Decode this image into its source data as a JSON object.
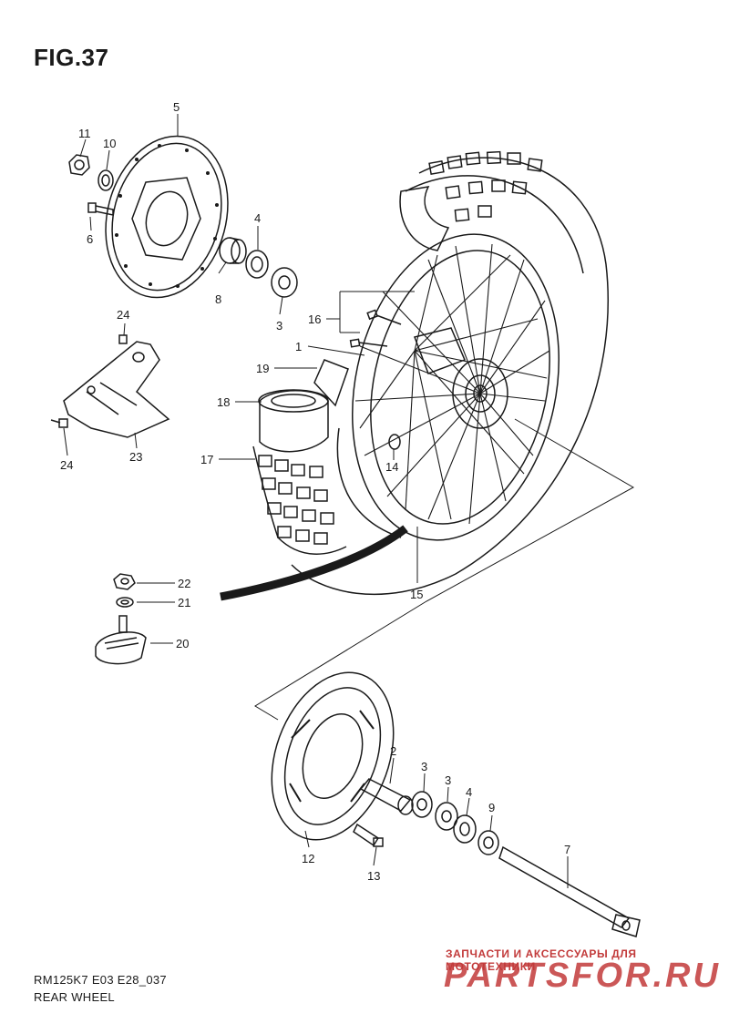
{
  "title": "FIG.37",
  "footer": {
    "code": "RM125K7 E03 E28_037",
    "name": "REAR WHEEL"
  },
  "watermark": {
    "tagline": "ЗАПЧАСТИ И АКСЕССУАРЫ ДЛЯ МОТОТЕХНИКИ",
    "brand": "PARTSFOR.RU"
  },
  "callouts": [
    {
      "id": "c5",
      "text": "5"
    },
    {
      "id": "c11",
      "text": "11"
    },
    {
      "id": "c10",
      "text": "10"
    },
    {
      "id": "c6",
      "text": "6"
    },
    {
      "id": "c4a",
      "text": "4"
    },
    {
      "id": "c8",
      "text": "8"
    },
    {
      "id": "c3a",
      "text": "3"
    },
    {
      "id": "c16",
      "text": "16"
    },
    {
      "id": "c1",
      "text": "1"
    },
    {
      "id": "c19",
      "text": "19"
    },
    {
      "id": "c18",
      "text": "18"
    },
    {
      "id": "c17",
      "text": "17"
    },
    {
      "id": "c24a",
      "text": "24"
    },
    {
      "id": "c24b",
      "text": "24"
    },
    {
      "id": "c23",
      "text": "23"
    },
    {
      "id": "c14",
      "text": "14"
    },
    {
      "id": "c15",
      "text": "15"
    },
    {
      "id": "c22",
      "text": "22"
    },
    {
      "id": "c21",
      "text": "21"
    },
    {
      "id": "c20",
      "text": "20"
    },
    {
      "id": "c2",
      "text": "2"
    },
    {
      "id": "c3b",
      "text": "3"
    },
    {
      "id": "c3c",
      "text": "3"
    },
    {
      "id": "c4b",
      "text": "4"
    },
    {
      "id": "c9",
      "text": "9"
    },
    {
      "id": "c7",
      "text": "7"
    },
    {
      "id": "c12",
      "text": "12"
    },
    {
      "id": "c13",
      "text": "13"
    }
  ]
}
